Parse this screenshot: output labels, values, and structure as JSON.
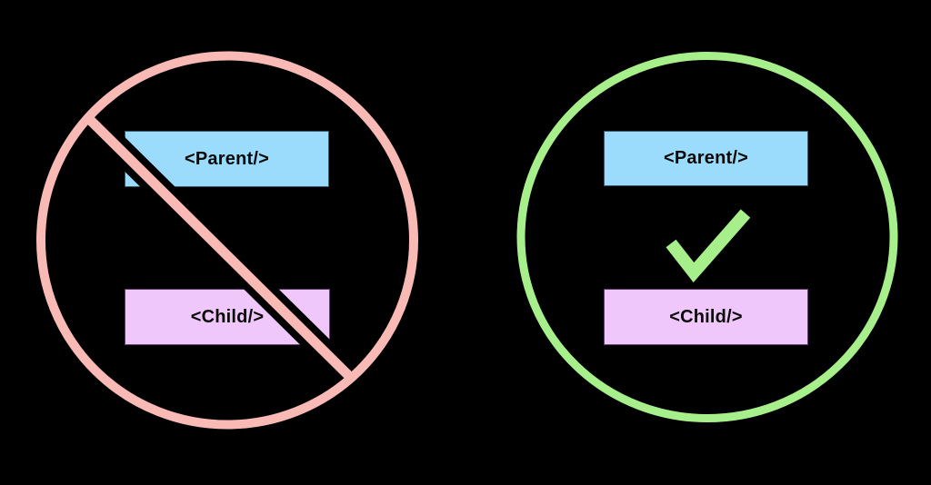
{
  "colors": {
    "background": "#000000",
    "prohibited_ring": "#F9BAB5",
    "allowed_ring": "#A6EF8A",
    "parent_fill": "#9BDCFC",
    "parent_border": "#3A5A6B",
    "child_fill": "#F0C7FA",
    "child_border": "#5E3F6E",
    "label_text": "#0A0A0A"
  },
  "prohibited_example": {
    "symbol": "prohibition-circle-with-slash",
    "parent_label": "<Parent/>",
    "child_label": "<Child/>"
  },
  "allowed_example": {
    "symbol": "checkmark-in-circle",
    "parent_label": "<Parent/>",
    "child_label": "<Child/>"
  }
}
